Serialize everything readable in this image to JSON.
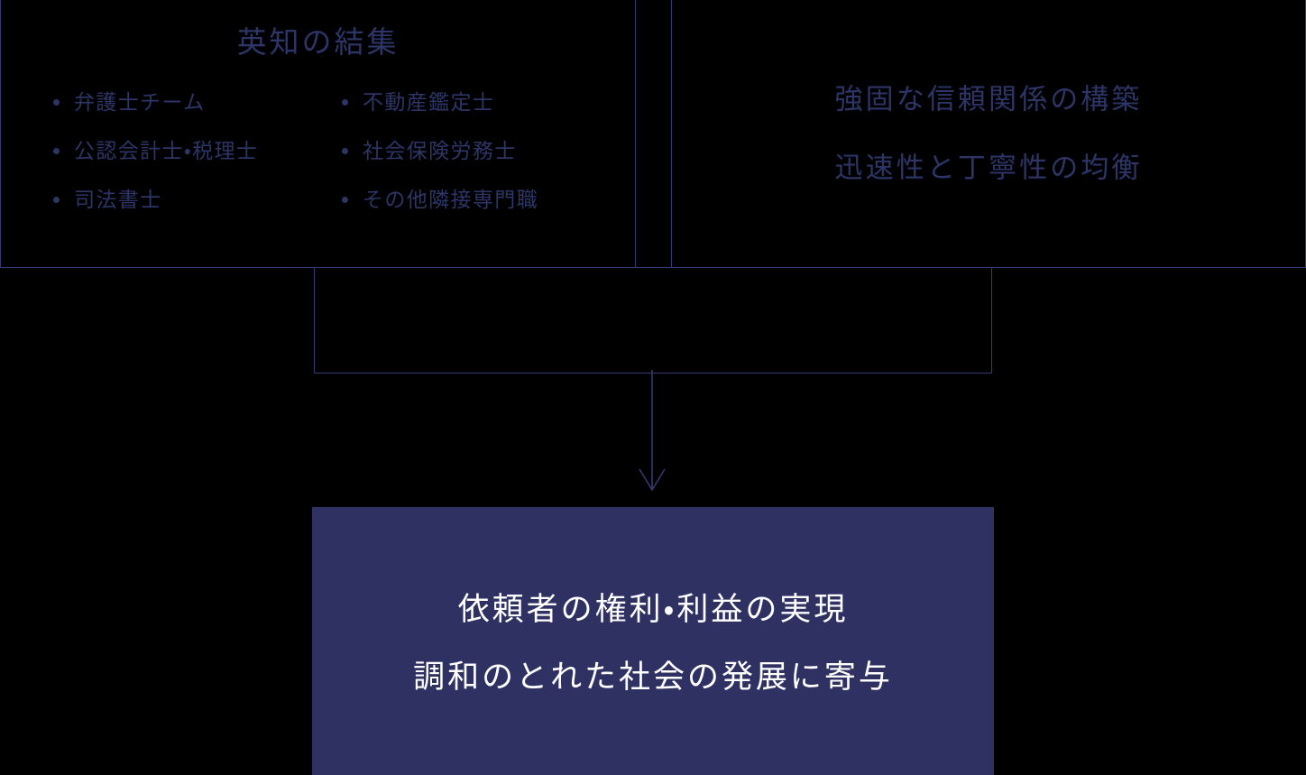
{
  "diagram": {
    "type": "flow-diagram",
    "background_color": "#000000",
    "accent_color": "#2d3566",
    "border_color": "#353a6e",
    "highlight_fill": "#2f3163",
    "highlight_text_color": "#ffffff",
    "expertise_box": {
      "title": "英知の結集",
      "left_column": [
        "弁護士チーム",
        "公認会計士・税理士",
        "司法書士"
      ],
      "right_column": [
        "不動産鑑定士",
        "社会保険労務士",
        "その他隣接専門職"
      ]
    },
    "relationship_box": {
      "lines": [
        "強固な信頼関係の構築",
        "迅速性と丁寧性の均衡"
      ]
    },
    "outcome_box": {
      "lines": [
        "依頼者の権利・利益の実現",
        "調和のとれた社会の発展に寄与"
      ]
    }
  }
}
